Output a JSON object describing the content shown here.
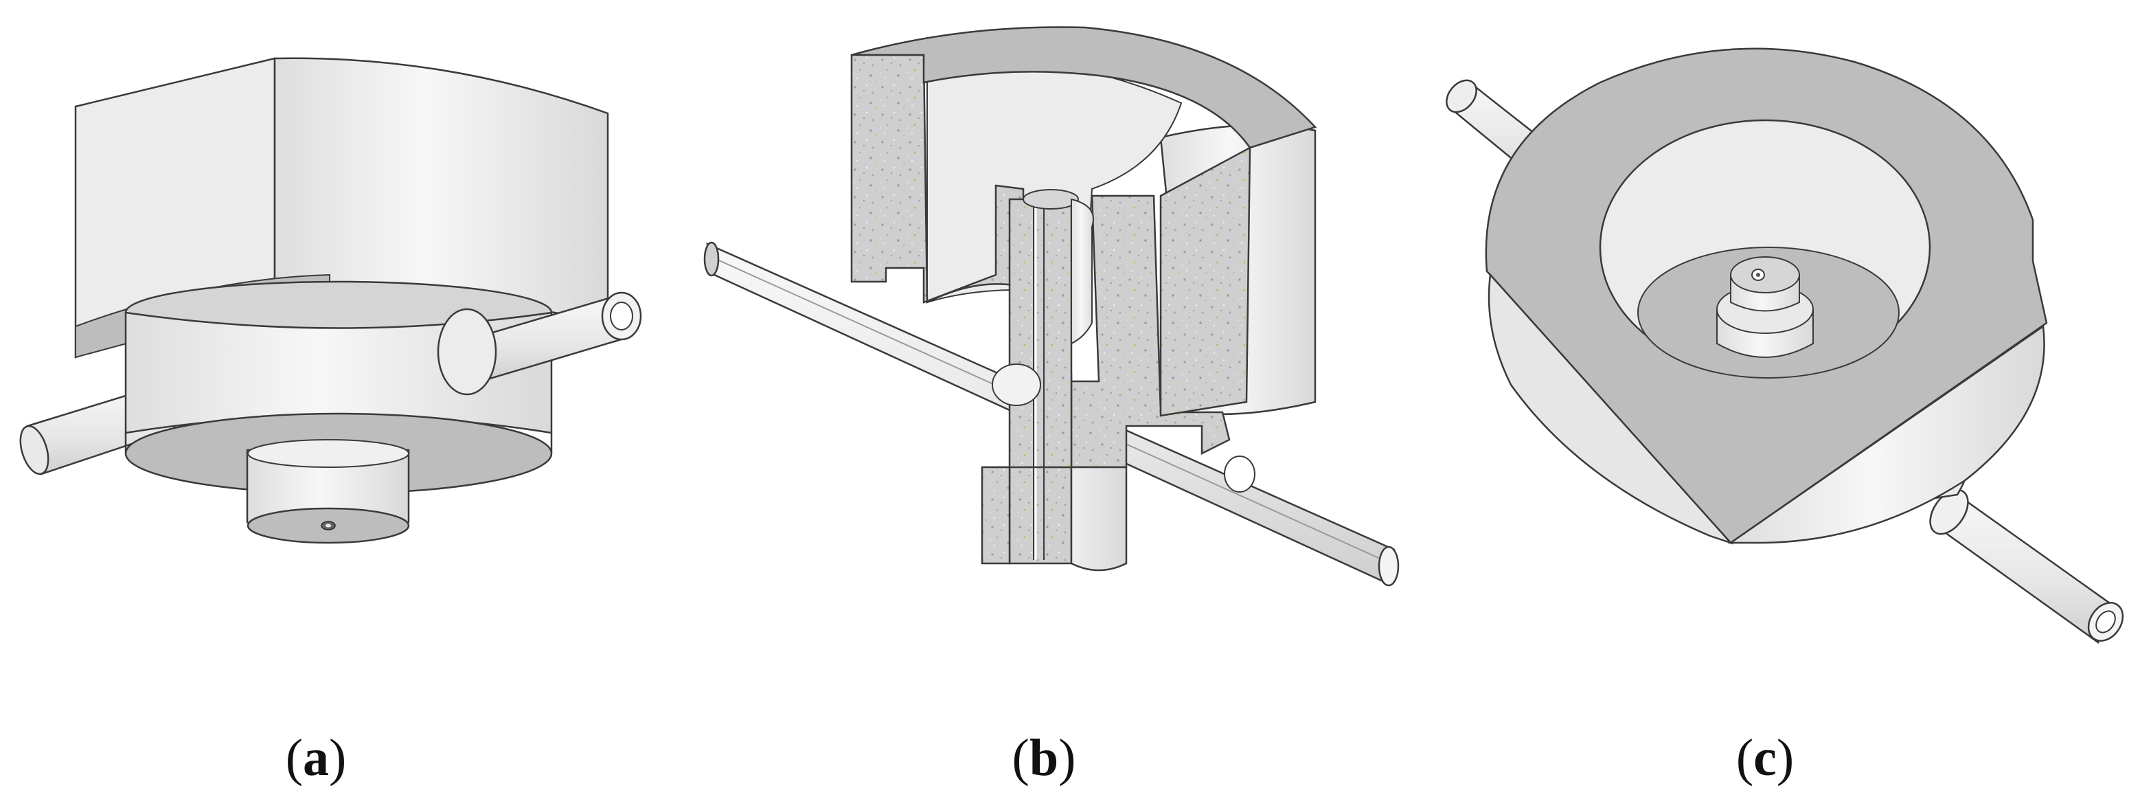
{
  "panels": [
    {
      "id": "a",
      "letter": "a"
    },
    {
      "id": "b",
      "letter": "b"
    },
    {
      "id": "c",
      "letter": "c"
    }
  ],
  "colors": {
    "light_face": "#f0f0f0",
    "side_face": "#e4e4e4",
    "dark_face": "#bdbdbd",
    "cut_section": "#c9c9c9",
    "outline": "#3a3a3a"
  }
}
